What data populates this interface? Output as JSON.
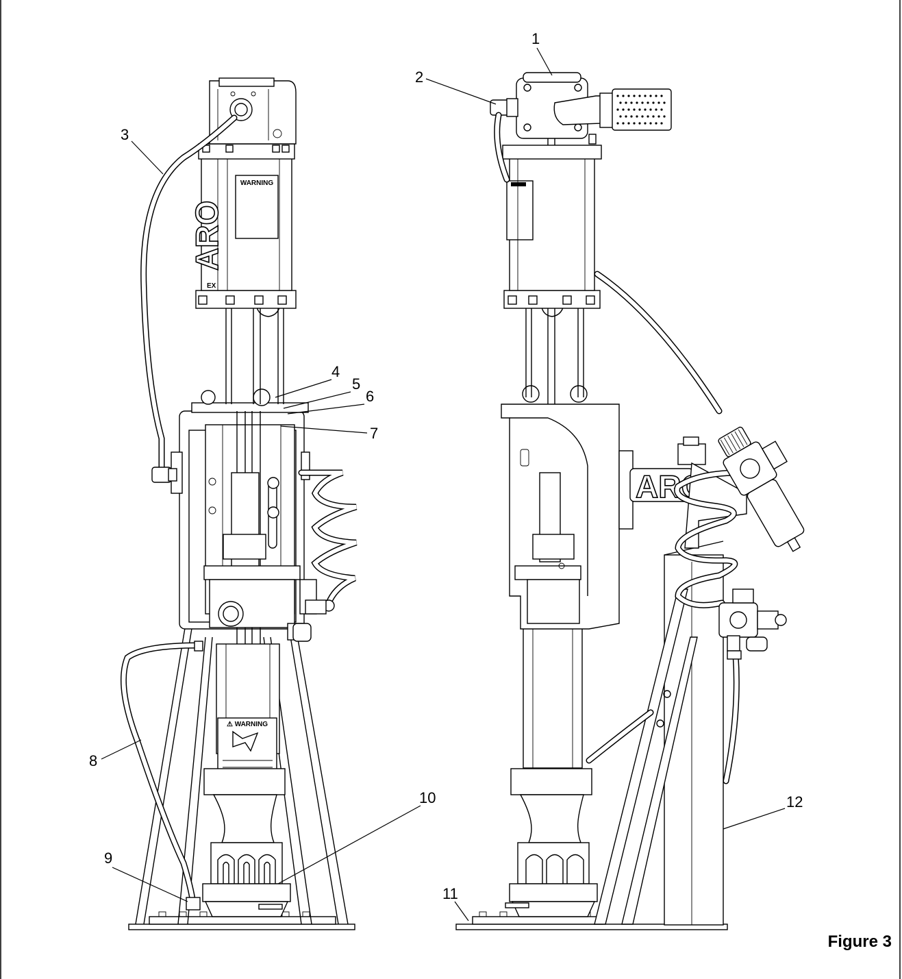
{
  "figure": {
    "caption": "Figure 3"
  },
  "labels": {
    "warning_plate": "WARNING",
    "brand_left": "ARO",
    "brand_right": "ARO",
    "model_mark": "EX"
  },
  "callouts": [
    {
      "id": "1",
      "text": "1"
    },
    {
      "id": "2",
      "text": "2"
    },
    {
      "id": "3",
      "text": "3"
    },
    {
      "id": "4",
      "text": "4"
    },
    {
      "id": "5",
      "text": "5"
    },
    {
      "id": "6",
      "text": "6"
    },
    {
      "id": "7",
      "text": "7"
    },
    {
      "id": "8",
      "text": "8"
    },
    {
      "id": "9",
      "text": "9"
    },
    {
      "id": "10",
      "text": "10"
    },
    {
      "id": "11",
      "text": "11"
    },
    {
      "id": "12",
      "text": "12"
    }
  ]
}
